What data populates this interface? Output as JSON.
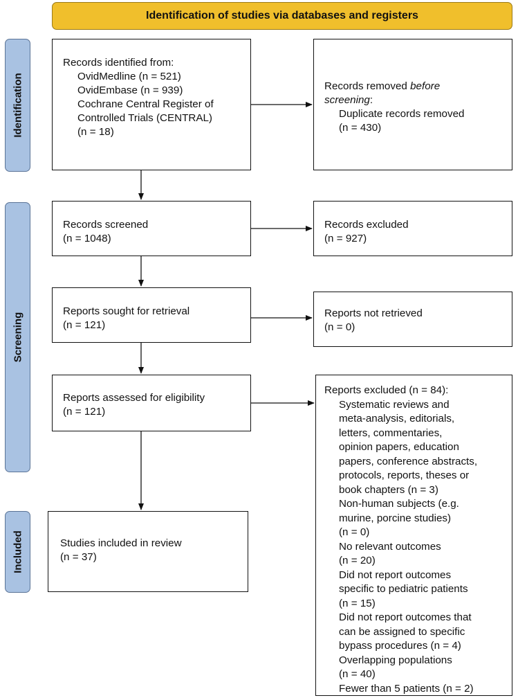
{
  "header": {
    "title": "Identification of studies via databases and registers"
  },
  "phases": {
    "identification": "Identification",
    "screening": "Screening",
    "included": "Included"
  },
  "identified": {
    "heading": "Records identified from:",
    "lines": [
      "OvidMedline (n = 521)",
      "OvidEmbase (n = 939)",
      "Cochrane Central Register of",
      "Controlled Trials (CENTRAL)",
      "(n = 18)"
    ]
  },
  "removed": {
    "heading_prefix": "Records removed ",
    "heading_em": "before",
    "heading_em2": "screening",
    "heading_suffix": ":",
    "line1": "Duplicate records removed",
    "line2": "(n = 430)"
  },
  "screened": {
    "label": "Records screened",
    "n": "(n = 1048)"
  },
  "excluded": {
    "label": "Records excluded",
    "n": "(n = 927)"
  },
  "sought": {
    "label": "Reports sought for retrieval",
    "n": "(n = 121)"
  },
  "not_retrieved": {
    "label": "Reports not retrieved",
    "n": "(n = 0)"
  },
  "assessed": {
    "label": "Reports assessed for eligibility",
    "n": "(n = 121)"
  },
  "included": {
    "label": "Studies included in review",
    "n": "(n = 37)"
  },
  "reports_excluded": {
    "heading": "Reports excluded (n = 84):",
    "lines": [
      "Systematic reviews and",
      "meta-analysis, editorials,",
      "letters, commentaries,",
      "opinion papers, education",
      "papers, conference abstracts,",
      "protocols, reports, theses or",
      "book chapters (n = 3)",
      "Non-human subjects (e.g.",
      "murine, porcine studies)",
      "(n = 0)",
      "No relevant outcomes",
      "(n = 20)",
      "Did not report outcomes",
      "specific to pediatric patients",
      "(n = 15)",
      "Did not report outcomes that",
      "can be assigned to specific",
      "bypass procedures (n = 4)",
      "Overlapping populations",
      "(n = 40)",
      "Fewer than 5 patients (n = 2)"
    ]
  }
}
